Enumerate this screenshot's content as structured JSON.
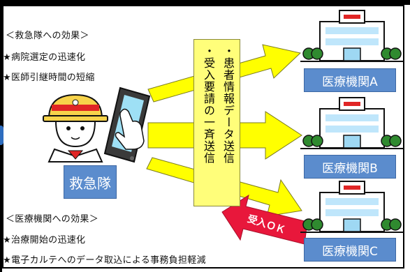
{
  "effects_team": {
    "heading": "＜救急隊への効果＞",
    "items": [
      "★病院選定の迅速化",
      "★医師引継時間の短縮"
    ]
  },
  "effects_hospital": {
    "heading": "＜医療機関への効果＞",
    "items": [
      "★治療開始の迅速化",
      "★電子カルテへのデータ取込による事務負担軽減"
    ]
  },
  "center_box": {
    "col1": "・患者情報データ送信",
    "col2": "・受入要請の一斉送信"
  },
  "team_label": "救急隊",
  "hospitals": [
    "医療機関A",
    "医療機関B",
    "医療機関C"
  ],
  "acceptance_label": "受入ＯＫ",
  "colors": {
    "label_blue": "#5b8ccd",
    "arrow_yellow": "#ffff00",
    "box_yellow": "#fffe7a",
    "accept_red": "#e8173b"
  }
}
